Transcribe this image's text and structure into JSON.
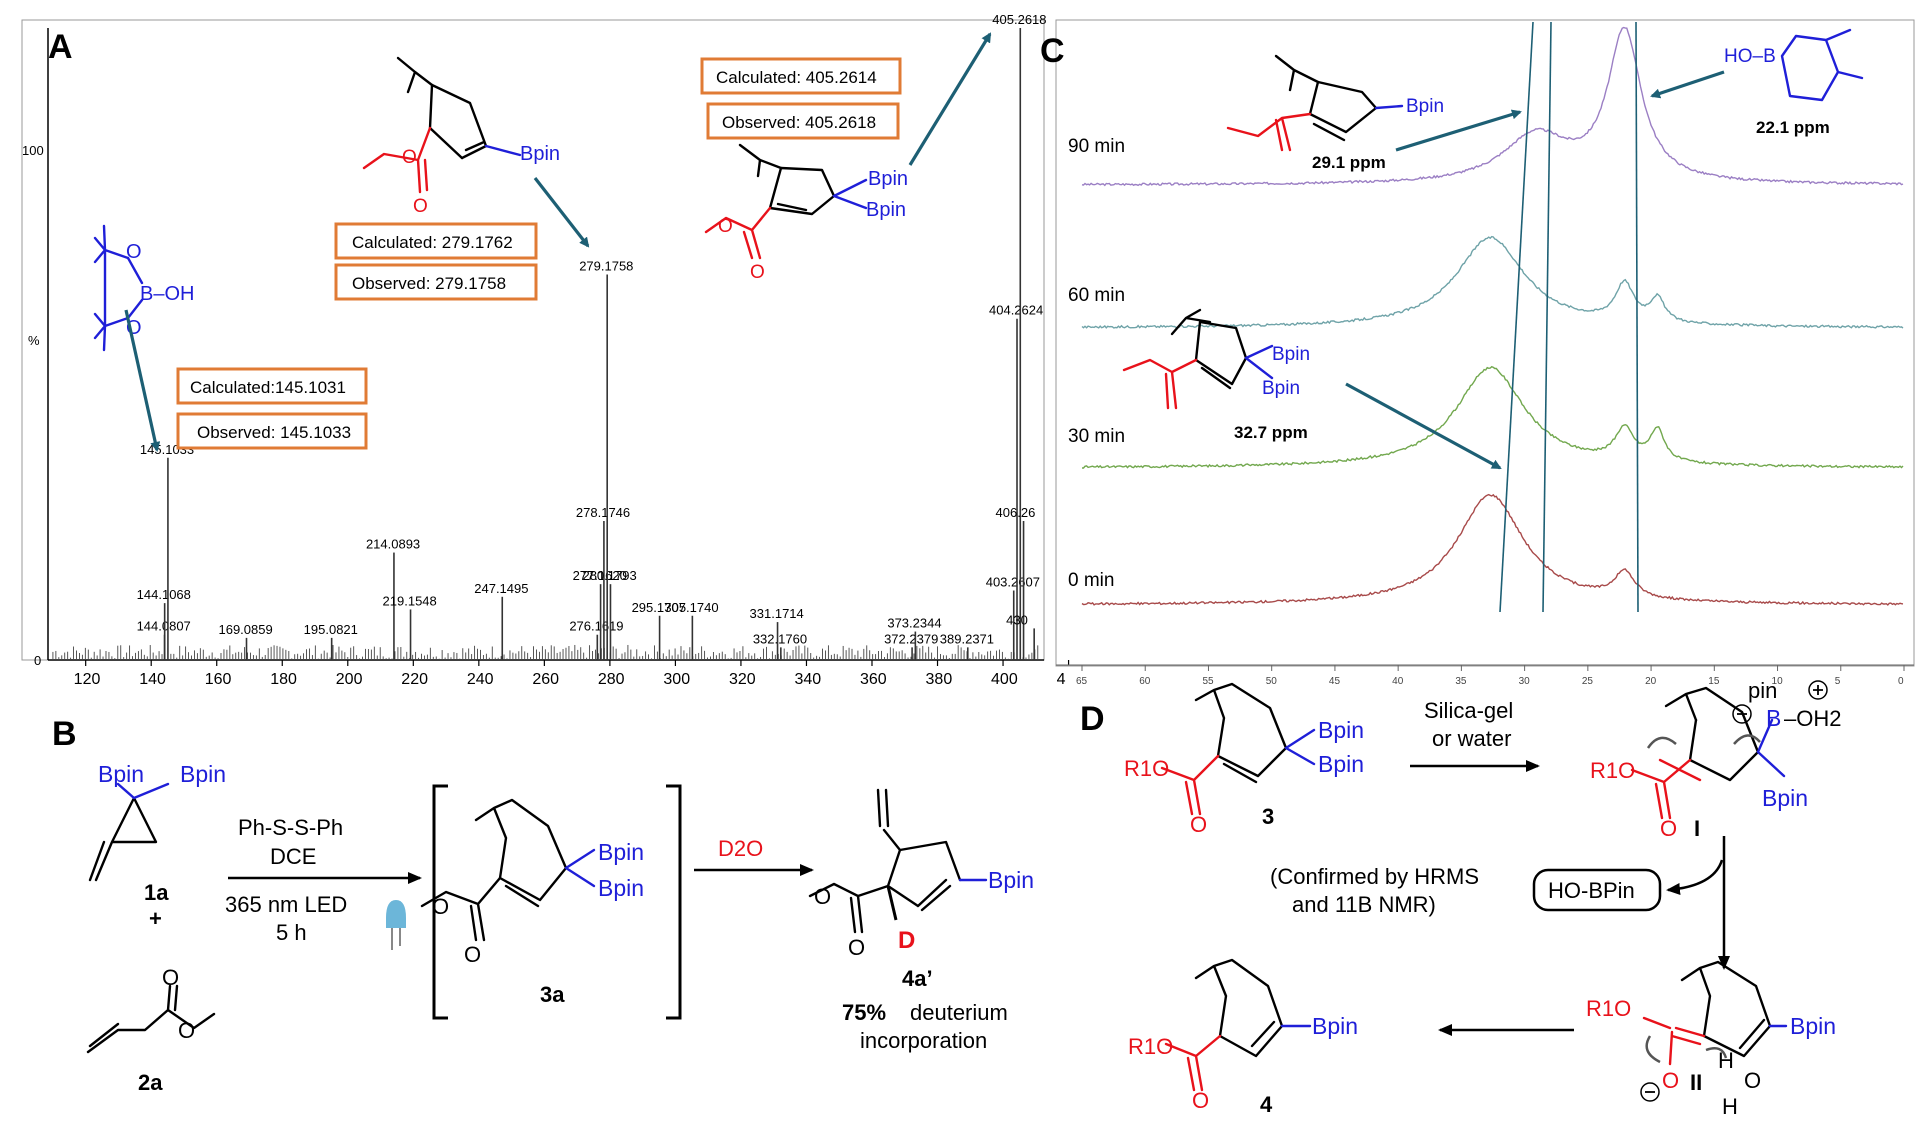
{
  "panels": {
    "a": "A",
    "b": "B",
    "c": "C",
    "d": "D"
  },
  "ms": {
    "y_top": "100",
    "y_axis": "%",
    "y_zero": "0",
    "x_ticks": [
      "120",
      "140",
      "160",
      "180",
      "200",
      "220",
      "240",
      "260",
      "280",
      "300",
      "320",
      "340",
      "360",
      "380",
      "400",
      "4"
    ],
    "peaks": [
      {
        "label": "144.0807",
        "mz": 144.0807,
        "rel": 4
      },
      {
        "label": "144.1068",
        "mz": 144.1068,
        "rel": 9
      },
      {
        "label": "145.1033",
        "mz": 145.1033,
        "rel": 32
      },
      {
        "label": "169.0859",
        "mz": 169.0859,
        "rel": 3.5
      },
      {
        "label": "195.0821",
        "mz": 195.0821,
        "rel": 3.5
      },
      {
        "label": "214.0893",
        "mz": 214.0893,
        "rel": 17
      },
      {
        "label": "219.1548",
        "mz": 219.1548,
        "rel": 8
      },
      {
        "label": "247.1495",
        "mz": 247.1495,
        "rel": 10
      },
      {
        "label": "276.1619",
        "mz": 276.1619,
        "rel": 4
      },
      {
        "label": "277.1620",
        "mz": 277.162,
        "rel": 12
      },
      {
        "label": "278.1746",
        "mz": 278.1746,
        "rel": 22
      },
      {
        "label": "279.1758",
        "mz": 279.1758,
        "rel": 61
      },
      {
        "label": "280.1793",
        "mz": 280.1793,
        "rel": 12
      },
      {
        "label": "295.1707",
        "mz": 295.1707,
        "rel": 7
      },
      {
        "label": "305.1740",
        "mz": 305.174,
        "rel": 7
      },
      {
        "label": "331.1714",
        "mz": 331.1714,
        "rel": 6
      },
      {
        "label": "332.1760",
        "mz": 332.176,
        "rel": 2
      },
      {
        "label": "372.2379",
        "mz": 372.2379,
        "rel": 2
      },
      {
        "label": "373.2344",
        "mz": 373.2344,
        "rel": 4.5
      },
      {
        "label": "389.2371",
        "mz": 389.2371,
        "rel": 2
      },
      {
        "label": "403.2607",
        "mz": 403.2607,
        "rel": 11
      },
      {
        "label": "404.2624",
        "mz": 404.2624,
        "rel": 54
      },
      {
        "label": "405.2618",
        "mz": 405.2618,
        "rel": 100
      },
      {
        "label": "406.26",
        "mz": 406.26,
        "rel": 22
      },
      {
        "label": "430",
        "mz": 409.5,
        "rel": 5
      }
    ],
    "box1_calc": "Calculated:145.1031",
    "box1_obs": "Observed: 145.1033",
    "box2_calc": "Calculated: 279.1762",
    "box2_obs": "Observed: 279.1758",
    "box3_calc": "Calculated: 405.2614",
    "box3_obs": "Observed: 405.2618",
    "bpin": "Bpin",
    "boh": "B–OH",
    "o": "O"
  },
  "nmr": {
    "traces": [
      "90 min",
      "60 min",
      "30 min",
      "0 min"
    ],
    "ppm_29": "29.1 ppm",
    "ppm_22": "22.1 ppm",
    "ppm_32": "32.7 ppm",
    "hob": "HO–B",
    "x_ticks": [
      "65",
      "60",
      "55",
      "50",
      "45",
      "40",
      "35",
      "30",
      "25",
      "20",
      "15",
      "10",
      "5",
      "0"
    ]
  },
  "panel_b": {
    "label_1a": "1a",
    "label_2a": "2a",
    "label_3a": "3a",
    "label_4a": "4a’",
    "plus": "+",
    "reagent1": "Ph-S-S-Ph",
    "reagent2": "DCE",
    "reagent3": "365 nm LED",
    "reagent4": "5 h",
    "d2o": "D2O",
    "d": "D",
    "pct": "75%",
    "deut1": "deuterium",
    "deut2": "incorporation"
  },
  "panel_d": {
    "label_3": "3",
    "label_I": "I",
    "label_II": "II",
    "label_4": "4",
    "cond1": "Silica-gel",
    "cond2": "or water",
    "confirm1": "(Confirmed by HRMS",
    "confirm2": "and 11B NMR)",
    "hobpin": "HO-BPin",
    "r1o": "R1O",
    "pin": "pin",
    "oh2": "–OH2",
    "h": "H",
    "o": "O"
  },
  "colors": {
    "red": "#e8121b",
    "blue": "#1f1fd8",
    "teal": "#1d5f74",
    "orange": "#e07b35",
    "nmr_90": "#9b7fc4",
    "nmr_60": "#6fa3a8",
    "nmr_30": "#72a84e",
    "nmr_0": "#a84a4a"
  }
}
